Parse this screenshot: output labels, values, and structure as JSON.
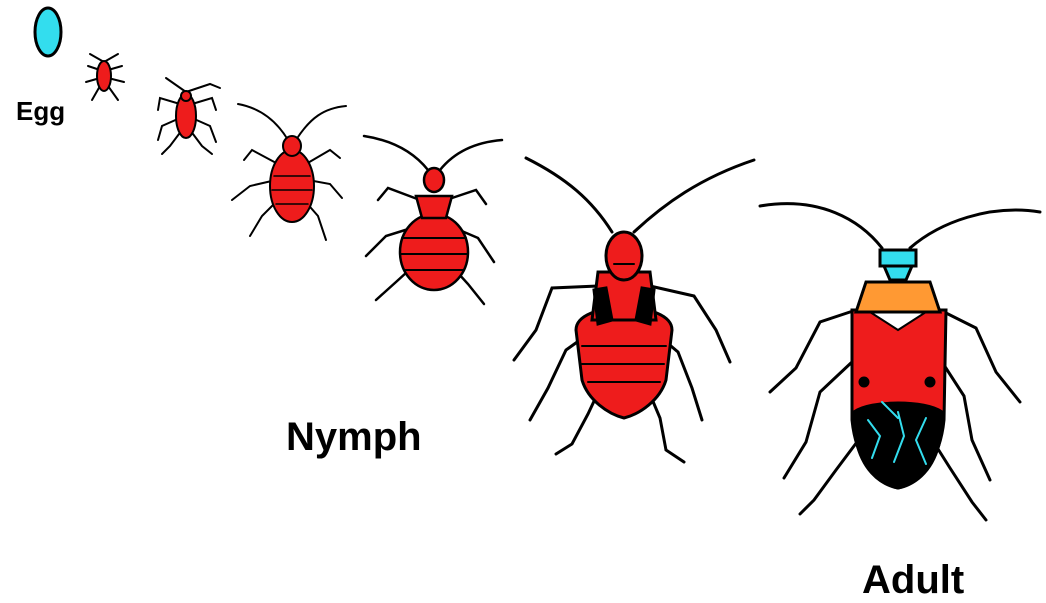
{
  "labels": {
    "egg": "Egg",
    "nymph": "Nymph",
    "adult": "Adult"
  },
  "stages": [
    {
      "stage": "egg",
      "icon": "egg-icon"
    },
    {
      "stage": "nymph-1",
      "icon": "bug-icon"
    },
    {
      "stage": "nymph-2",
      "icon": "bug-icon"
    },
    {
      "stage": "nymph-3",
      "icon": "bug-icon"
    },
    {
      "stage": "nymph-4",
      "icon": "bug-icon"
    },
    {
      "stage": "nymph-5",
      "icon": "bug-icon"
    },
    {
      "stage": "adult",
      "icon": "bug-icon"
    }
  ],
  "colors": {
    "egg": "#33ddee",
    "body": "#ee1c1c",
    "outline": "#000000",
    "adult_pronotum": "#ff9933",
    "adult_head": "#33ddee",
    "wing_membrane": "#000000",
    "wing_veins": "#33ddee"
  }
}
